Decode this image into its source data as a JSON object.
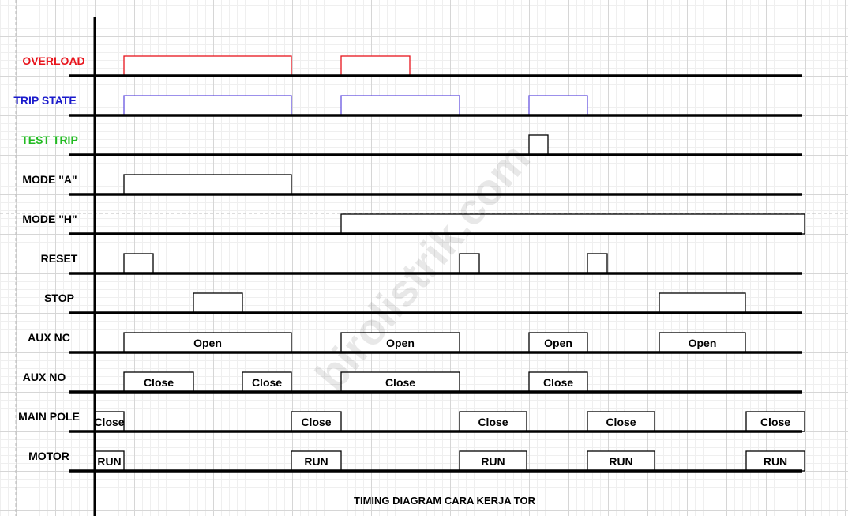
{
  "title": "TIMING DIAGRAM CARA KERJA TOR",
  "watermark": "birolistrik.com",
  "colors": {
    "overload": "#e8141c",
    "trip_state": "#1a1acc",
    "trip_state_pulse": "#6655e0",
    "test_trip": "#22bb22",
    "default": "#000000"
  },
  "time_range": [
    0,
    90
  ],
  "signals": [
    {
      "name": "OVERLOAD",
      "color": "#e8141c",
      "pulse_color": "#e8141c",
      "pulses": [
        [
          3.7,
          24.9
        ],
        [
          31.2,
          39.9
        ]
      ]
    },
    {
      "name": "TRIP STATE",
      "color": "#1a1acc",
      "pulse_color": "#6655e0",
      "pulses": [
        [
          3.7,
          24.9
        ],
        [
          31.2,
          46.2
        ],
        [
          55,
          62.4
        ]
      ]
    },
    {
      "name": "TEST TRIP",
      "color": "#22bb22",
      "pulse_color": "#000000",
      "pulses": [
        [
          55,
          57.4
        ]
      ]
    },
    {
      "name": "MODE \"A\"",
      "color": "#000000",
      "pulse_color": "#000000",
      "pulses": [
        [
          3.7,
          24.9
        ]
      ]
    },
    {
      "name": "MODE \"H\"",
      "color": "#000000",
      "pulse_color": "#000000",
      "pulses": [
        [
          31.2,
          89.9
        ]
      ]
    },
    {
      "name": "RESET",
      "color": "#000000",
      "pulse_color": "#000000",
      "pulses": [
        [
          3.7,
          7.4
        ],
        [
          46.2,
          48.7
        ],
        [
          62.4,
          64.9
        ]
      ]
    },
    {
      "name": "STOP",
      "color": "#000000",
      "pulse_color": "#000000",
      "pulses": [
        [
          12.5,
          18.7
        ],
        [
          71.5,
          82.4
        ]
      ]
    },
    {
      "name": "AUX NC",
      "color": "#000000",
      "pulse_color": "#000000",
      "pulse_label": "Open",
      "pulses": [
        [
          3.7,
          24.9
        ],
        [
          31.2,
          46.2
        ],
        [
          55,
          62.4
        ],
        [
          71.5,
          82.4
        ]
      ]
    },
    {
      "name": "AUX NO",
      "color": "#000000",
      "pulse_color": "#000000",
      "pulse_label": "Close",
      "pulses": [
        [
          3.7,
          12.5
        ],
        [
          18.7,
          24.9
        ],
        [
          31.2,
          46.2
        ],
        [
          55,
          62.4
        ]
      ]
    },
    {
      "name": "MAIN POLE",
      "color": "#000000",
      "pulse_color": "#000000",
      "pulse_label": "Close",
      "pulses": [
        [
          0,
          3.7
        ],
        [
          24.9,
          31.2
        ],
        [
          46.2,
          54.7
        ],
        [
          62.4,
          70.9
        ],
        [
          82.5,
          89.9
        ]
      ]
    },
    {
      "name": "MOTOR",
      "color": "#000000",
      "pulse_color": "#000000",
      "pulse_label": "RUN",
      "pulses": [
        [
          0,
          3.7
        ],
        [
          24.9,
          31.2
        ],
        [
          46.2,
          54.7
        ],
        [
          62.4,
          70.9
        ],
        [
          82.5,
          89.9
        ]
      ]
    }
  ]
}
